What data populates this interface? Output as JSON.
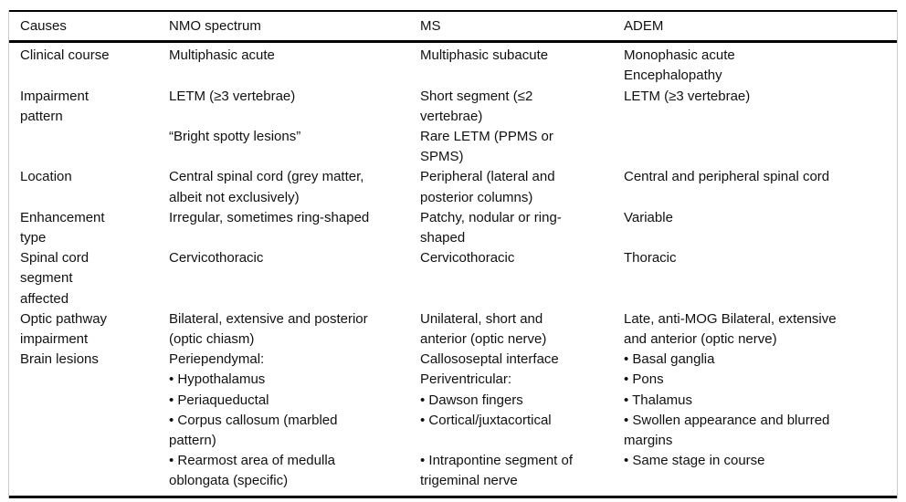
{
  "colors": {
    "background": "#ffffff",
    "text": "#111111",
    "rule_dark": "#000000",
    "rail_light": "#cccccc"
  },
  "table": {
    "headers": [
      "Causes",
      "NMO spectrum",
      "MS",
      "ADEM"
    ],
    "rows": [
      {
        "label_lines": [
          "Clinical course"
        ],
        "nmo_lines": [
          "Multiphasic acute"
        ],
        "ms_lines": [
          "Multiphasic subacute"
        ],
        "adem_lines": [
          "Monophasic acute",
          "Encephalopathy"
        ]
      },
      {
        "label_lines": [
          "Impairment",
          "pattern"
        ],
        "nmo_lines": [
          "LETM (≥3 vertebrae)",
          "",
          "“Bright spotty lesions”"
        ],
        "ms_lines": [
          "Short segment (≤2",
          "vertebrae)",
          "Rare LETM (PPMS or",
          "SPMS)"
        ],
        "adem_lines": [
          "LETM (≥3 vertebrae)"
        ]
      },
      {
        "label_lines": [
          "Location"
        ],
        "nmo_lines": [
          "Central spinal cord (grey matter,",
          "albeit not exclusively)"
        ],
        "ms_lines": [
          "Peripheral (lateral and",
          "posterior columns)"
        ],
        "adem_lines": [
          "Central and peripheral spinal cord"
        ]
      },
      {
        "label_lines": [
          "Enhancement",
          "type"
        ],
        "nmo_lines": [
          "Irregular, sometimes ring-shaped"
        ],
        "ms_lines": [
          "Patchy, nodular or ring-",
          "shaped"
        ],
        "adem_lines": [
          "Variable"
        ]
      },
      {
        "label_lines": [
          "Spinal cord",
          "segment",
          "affected"
        ],
        "nmo_lines": [
          "Cervicothoracic"
        ],
        "ms_lines": [
          "Cervicothoracic"
        ],
        "adem_lines": [
          "Thoracic"
        ]
      },
      {
        "label_lines": [
          "Optic pathway",
          "impairment"
        ],
        "nmo_lines": [
          "Bilateral, extensive and posterior",
          "(optic chiasm)"
        ],
        "ms_lines": [
          "Unilateral, short and",
          "anterior (optic nerve)"
        ],
        "adem_lines": [
          "Late, anti-MOG Bilateral, extensive",
          "and anterior (optic nerve)"
        ]
      },
      {
        "label_lines": [
          "Brain lesions"
        ],
        "nmo_lines": [
          "Periependymal:",
          "• Hypothalamus",
          "• Periaqueductal",
          "• Corpus callosum (marbled",
          "pattern)",
          "• Rearmost area of medulla",
          "oblongata (specific)"
        ],
        "ms_lines": [
          "Callososeptal interface",
          "Periventricular:",
          "• Dawson fingers",
          "• Cortical/juxtacortical",
          "",
          "• Intrapontine segment of",
          "trigeminal nerve"
        ],
        "adem_lines": [
          "• Basal ganglia",
          "• Pons",
          "• Thalamus",
          "• Swollen appearance and blurred",
          "margins",
          "• Same stage in course"
        ]
      }
    ]
  }
}
